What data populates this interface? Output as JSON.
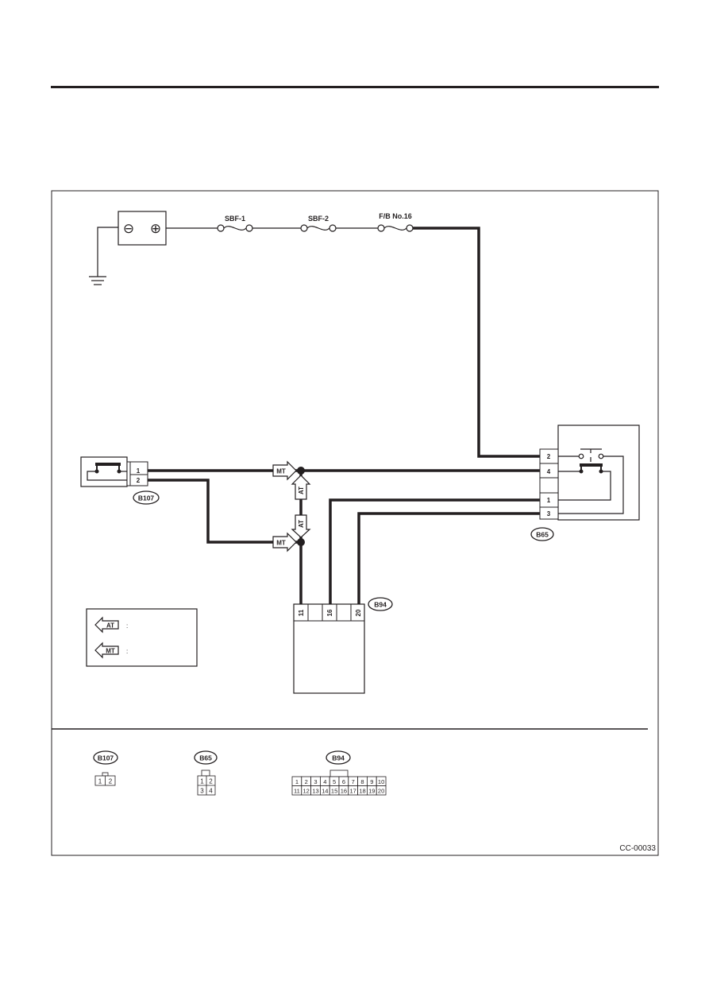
{
  "fuses": {
    "sbf1": "SBF-1",
    "sbf2": "SBF-2",
    "fb_no16": "F/B  No.16"
  },
  "battery": {
    "minus": "⊖",
    "plus": "⊕"
  },
  "connectors": {
    "b107": {
      "label": "B107",
      "pins": [
        "1",
        "2"
      ]
    },
    "b65": {
      "label": "B65",
      "pins": [
        "2",
        "4",
        "1",
        "3"
      ]
    },
    "b94": {
      "label": "B94",
      "pins": [
        "11",
        "16",
        "20"
      ]
    }
  },
  "markers": {
    "at": "AT",
    "mt": "MT"
  },
  "legend": {
    "at_text": ":",
    "mt_text": ":"
  },
  "connector_faces": {
    "b107": {
      "label": "B107",
      "pins": [
        "1",
        "2"
      ]
    },
    "b65": {
      "label": "B65",
      "row1": [
        "1",
        "2"
      ],
      "row2": [
        "3",
        "4"
      ]
    },
    "b94": {
      "label": "B94",
      "row1": [
        "1",
        "2",
        "3",
        "4",
        "5",
        "6",
        "7",
        "8",
        "9",
        "10"
      ],
      "row2": [
        "11",
        "12",
        "13",
        "14",
        "15",
        "16",
        "17",
        "18",
        "19",
        "20"
      ]
    }
  },
  "figure_code": "CC-00033"
}
